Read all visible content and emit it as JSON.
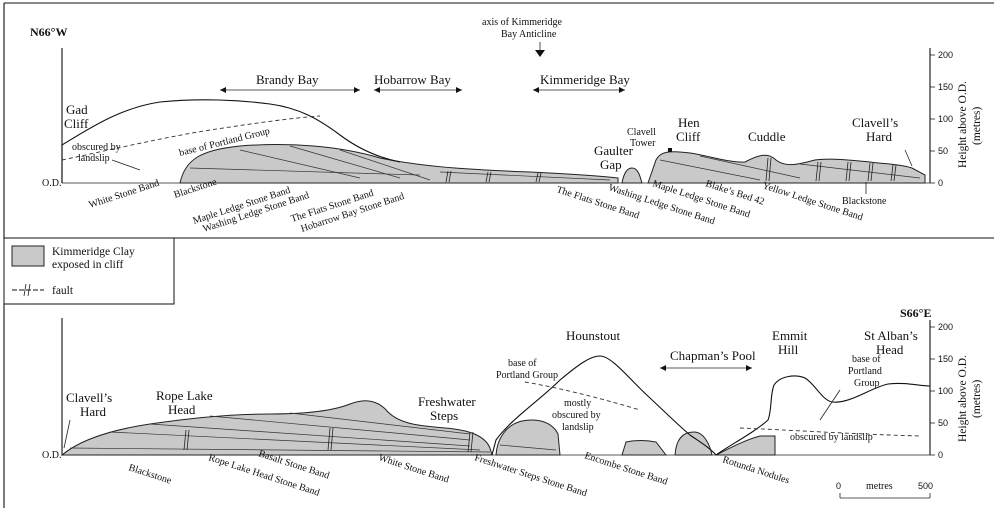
{
  "top_section": {
    "bearing": "N66°W",
    "axis_label_1": "axis of Kimmeridge",
    "axis_label_2": "Bay Anticline",
    "bays": {
      "brandy": "Brandy Bay",
      "hobarrow": "Hobarrow Bay",
      "kimmeridge": "Kimmeridge Bay"
    },
    "places": {
      "gad_1": "Gad",
      "gad_2": "Cliff",
      "clavell_tower_1": "Clavell",
      "clavell_tower_2": "Tower",
      "hen_1": "Hen",
      "hen_2": "Cliff",
      "cuddle": "Cuddle",
      "clavells_hard_1": "Clavell’s",
      "clavells_hard_2": "Hard",
      "gaulter_1": "Gaulter",
      "gaulter_2": "Gap",
      "od": "O.D."
    },
    "annotations": {
      "obscured_1": "obscured by",
      "obscured_2": "landslip",
      "base_portland": "base of Portland Group"
    },
    "bands": {
      "white_stone": "White Stone Band",
      "blackstone": "Blackstone",
      "maple_ledge": "Maple Ledge Stone Band",
      "washing_ledge": "Washing Ledge Stone Band",
      "flats": "The Flats Stone Band",
      "hobarrow_bay": "Hobarrow Bay Stone Band",
      "flats_2": "The Flats Stone Band",
      "washing_ledge_2": "Washing Ledge Stone Band",
      "maple_ledge_2": "Maple Ledge Stone Band",
      "blakes_bed": "Blake’s Bed 42",
      "yellow_ledge": "Yellow Ledge Stone Band",
      "blackstone_2": "Blackstone"
    },
    "axis": {
      "title_1": "Height above O.D.",
      "title_2": "(metres)",
      "ticks": [
        "200",
        "150",
        "100",
        "50",
        "0"
      ]
    }
  },
  "legend": {
    "clay_1": "Kimmeridge Clay",
    "clay_2": "exposed in cliff",
    "fault": "fault"
  },
  "bottom_section": {
    "bearing": "S66°E",
    "places": {
      "clavells_hard_1": "Clavell’s",
      "clavells_hard_2": "Hard",
      "rope_lake_1": "Rope Lake",
      "rope_lake_2": "Head",
      "freshwater_1": "Freshwater",
      "freshwater_2": "Steps",
      "hounstout": "Hounstout",
      "chapmans_pool": "Chapman’s Pool",
      "emmit_1": "Emmit",
      "emmit_2": "Hill",
      "st_albans_1": "St Alban’s",
      "st_albans_2": "Head",
      "od": "O.D."
    },
    "annotations": {
      "base_portland_1": "base of",
      "base_portland_2": "Portland Group",
      "obscured_1": "mostly",
      "obscured_2": "obscured by",
      "obscured_3": "landslip",
      "base_portland_r1": "base of",
      "base_portland_r2": "Portland",
      "base_portland_r3": "Group",
      "obscured_r": "obscured by landslip"
    },
    "bands": {
      "blackstone": "Blackstone",
      "rope_lake_head": "Rope Lake Head Stone Band",
      "basalt": "Basalt Stone Band",
      "white_stone": "White Stone Band",
      "freshwater_steps": "Freshwater Steps Stone Band",
      "encombe": "Encombe Stone Band",
      "rotunda": "Rotunda Nodules"
    },
    "axis": {
      "title_1": "Height above O.D.",
      "title_2": "(metres)",
      "ticks": [
        "200",
        "150",
        "100",
        "50",
        "0"
      ]
    },
    "scale": {
      "zero": "0",
      "unit": "metres",
      "max": "500"
    }
  }
}
